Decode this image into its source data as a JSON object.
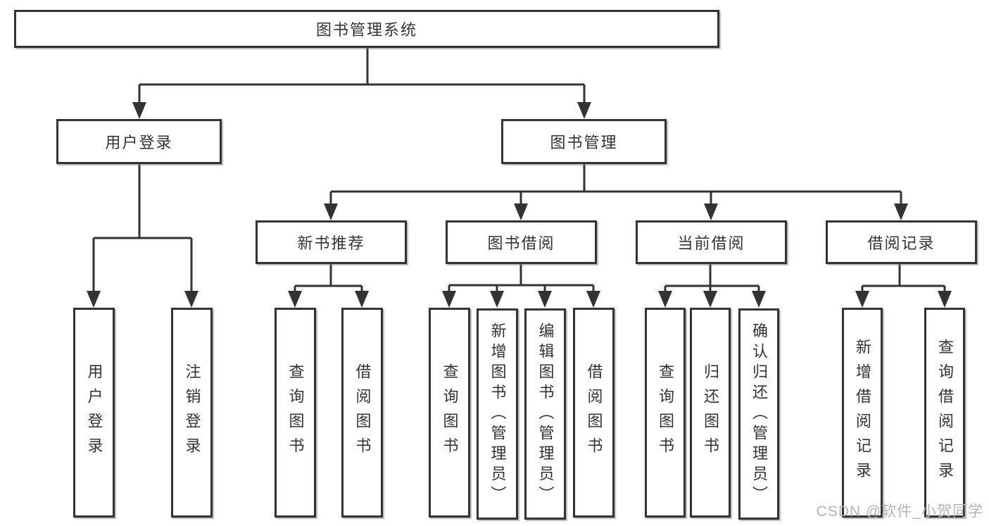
{
  "diagram": {
    "root": {
      "label": "图书管理系统"
    },
    "level1": [
      {
        "label": "用户登录"
      },
      {
        "label": "图书管理"
      }
    ],
    "level2": [
      {
        "label": "新书推荐"
      },
      {
        "label": "图书借阅"
      },
      {
        "label": "当前借阅"
      },
      {
        "label": "借阅记录"
      }
    ],
    "leaves": [
      {
        "label": "用户登录",
        "parent": "用户登录"
      },
      {
        "label": "注销登录",
        "parent": "用户登录"
      },
      {
        "label": "查询图书",
        "parent": "新书推荐"
      },
      {
        "label": "借阅图书",
        "parent": "新书推荐"
      },
      {
        "label": "查询图书",
        "parent": "图书借阅"
      },
      {
        "label": "新增图书（管理员）",
        "parent": "图书借阅"
      },
      {
        "label": "编辑图书（管理员）",
        "parent": "图书借阅"
      },
      {
        "label": "借阅图书",
        "parent": "图书借阅"
      },
      {
        "label": "查询图书",
        "parent": "当前借阅"
      },
      {
        "label": "归还图书",
        "parent": "当前借阅"
      },
      {
        "label": "确认归还（管理员）",
        "parent": "当前借阅"
      },
      {
        "label": "新增借阅记录",
        "parent": "借阅记录"
      },
      {
        "label": "查询借阅记录",
        "parent": "借阅记录"
      }
    ]
  },
  "watermark": "CSDN @软件_小贺同学",
  "colors": {
    "line": "#333333",
    "box_background": "#ffffff",
    "text": "#333333",
    "watermark": "#b4b4b8"
  }
}
